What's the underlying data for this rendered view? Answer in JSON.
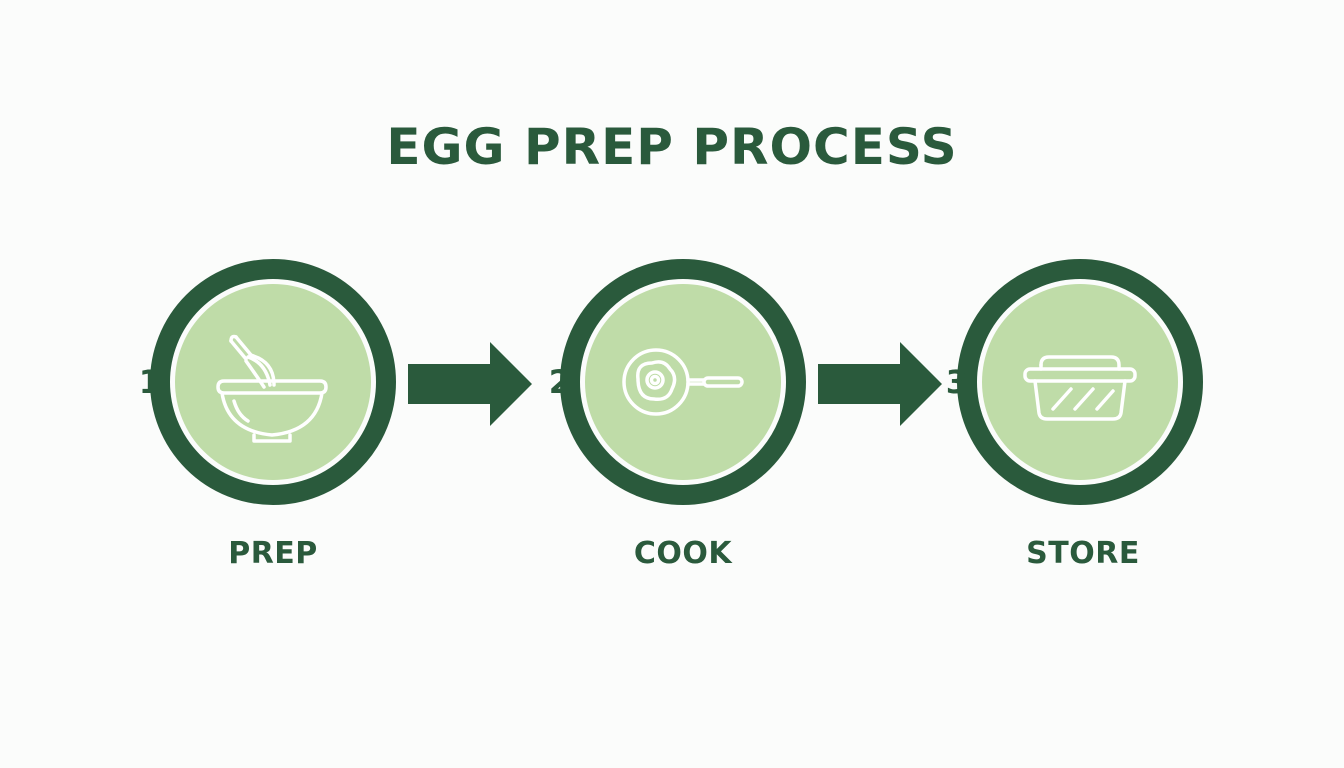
{
  "title": "EGG PREP PROCESS",
  "colors": {
    "dark_green": "#2a5a3c",
    "light_green": "#bfdca8",
    "background": "#fbfcfb"
  },
  "steps": [
    {
      "number": "1.",
      "label": "PREP",
      "icon": "mixing-bowl-with-whisk-icon"
    },
    {
      "number": "2.",
      "label": "COOK",
      "icon": "frying-pan-with-egg-icon"
    },
    {
      "number": "3.",
      "label": "STORE",
      "icon": "food-storage-container-icon"
    }
  ]
}
